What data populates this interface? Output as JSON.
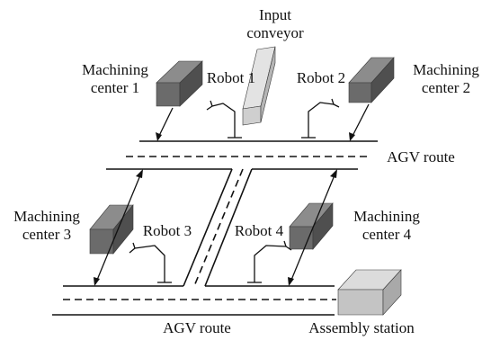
{
  "labels": {
    "input_conveyor_1": "Input",
    "input_conveyor_2": "conveyor",
    "mc1_1": "Machining",
    "mc1_2": "center 1",
    "mc2_1": "Machining",
    "mc2_2": "center 2",
    "mc3_1": "Machining",
    "mc3_2": "center 3",
    "mc4_1": "Machining",
    "mc4_2": "center 4",
    "robot1": "Robot 1",
    "robot2": "Robot 2",
    "robot3": "Robot 3",
    "robot4": "Robot 4",
    "agv_route_top": "AGV route",
    "agv_route_bottom": "AGV route",
    "assembly_station": "Assembly station"
  },
  "colors": {
    "machine_front": "#6b6b6b",
    "machine_top": "#8c8c8c",
    "machine_side": "#4f4f4f",
    "conveyor_front": "#cfcfcf",
    "conveyor_top": "#e3e3e3",
    "conveyor_side": "#b5b5b5",
    "station_front": "#c4c4c4",
    "station_top": "#dcdcdc",
    "station_side": "#a9a9a9",
    "line": "#111111"
  }
}
